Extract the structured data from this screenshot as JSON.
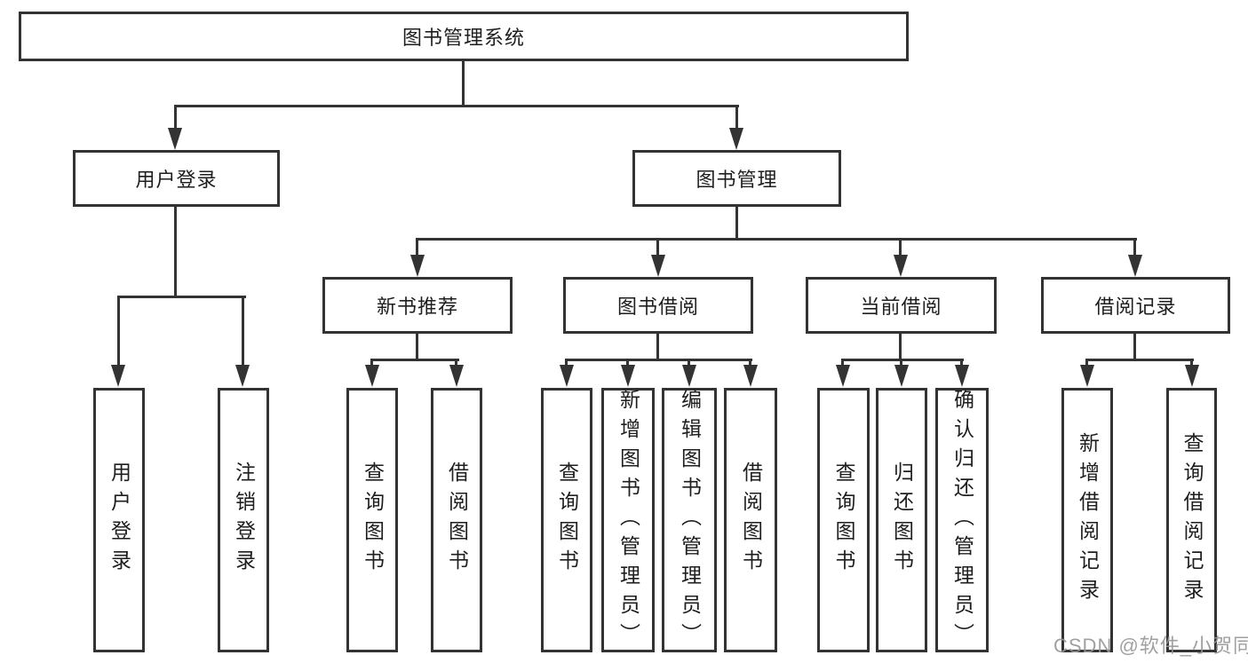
{
  "tree": {
    "label": "图书管理系统",
    "children": [
      {
        "label": "用户登录",
        "children": [
          {
            "label": "用户登录"
          },
          {
            "label": "注销登录"
          }
        ]
      },
      {
        "label": "图书管理",
        "children": [
          {
            "label": "新书推荐",
            "children": [
              {
                "label": "查询图书"
              },
              {
                "label": "借阅图书"
              }
            ]
          },
          {
            "label": "图书借阅",
            "children": [
              {
                "label": "查询图书"
              },
              {
                "label": "新增图书（管理员）"
              },
              {
                "label": "编辑图书（管理员）"
              },
              {
                "label": "借阅图书"
              }
            ]
          },
          {
            "label": "当前借阅",
            "children": [
              {
                "label": "查询图书"
              },
              {
                "label": "归还图书"
              },
              {
                "label": "确认归还（管理员）"
              }
            ]
          },
          {
            "label": "借阅记录",
            "children": [
              {
                "label": "新增借阅记录"
              },
              {
                "label": "查询借阅记录"
              }
            ]
          }
        ]
      }
    ]
  },
  "watermark": "CSDN @软件_小贺同学",
  "colors": {
    "line": "#333333",
    "text": "#1e1e1e",
    "background": "#ffffff",
    "watermark": "#969696"
  }
}
